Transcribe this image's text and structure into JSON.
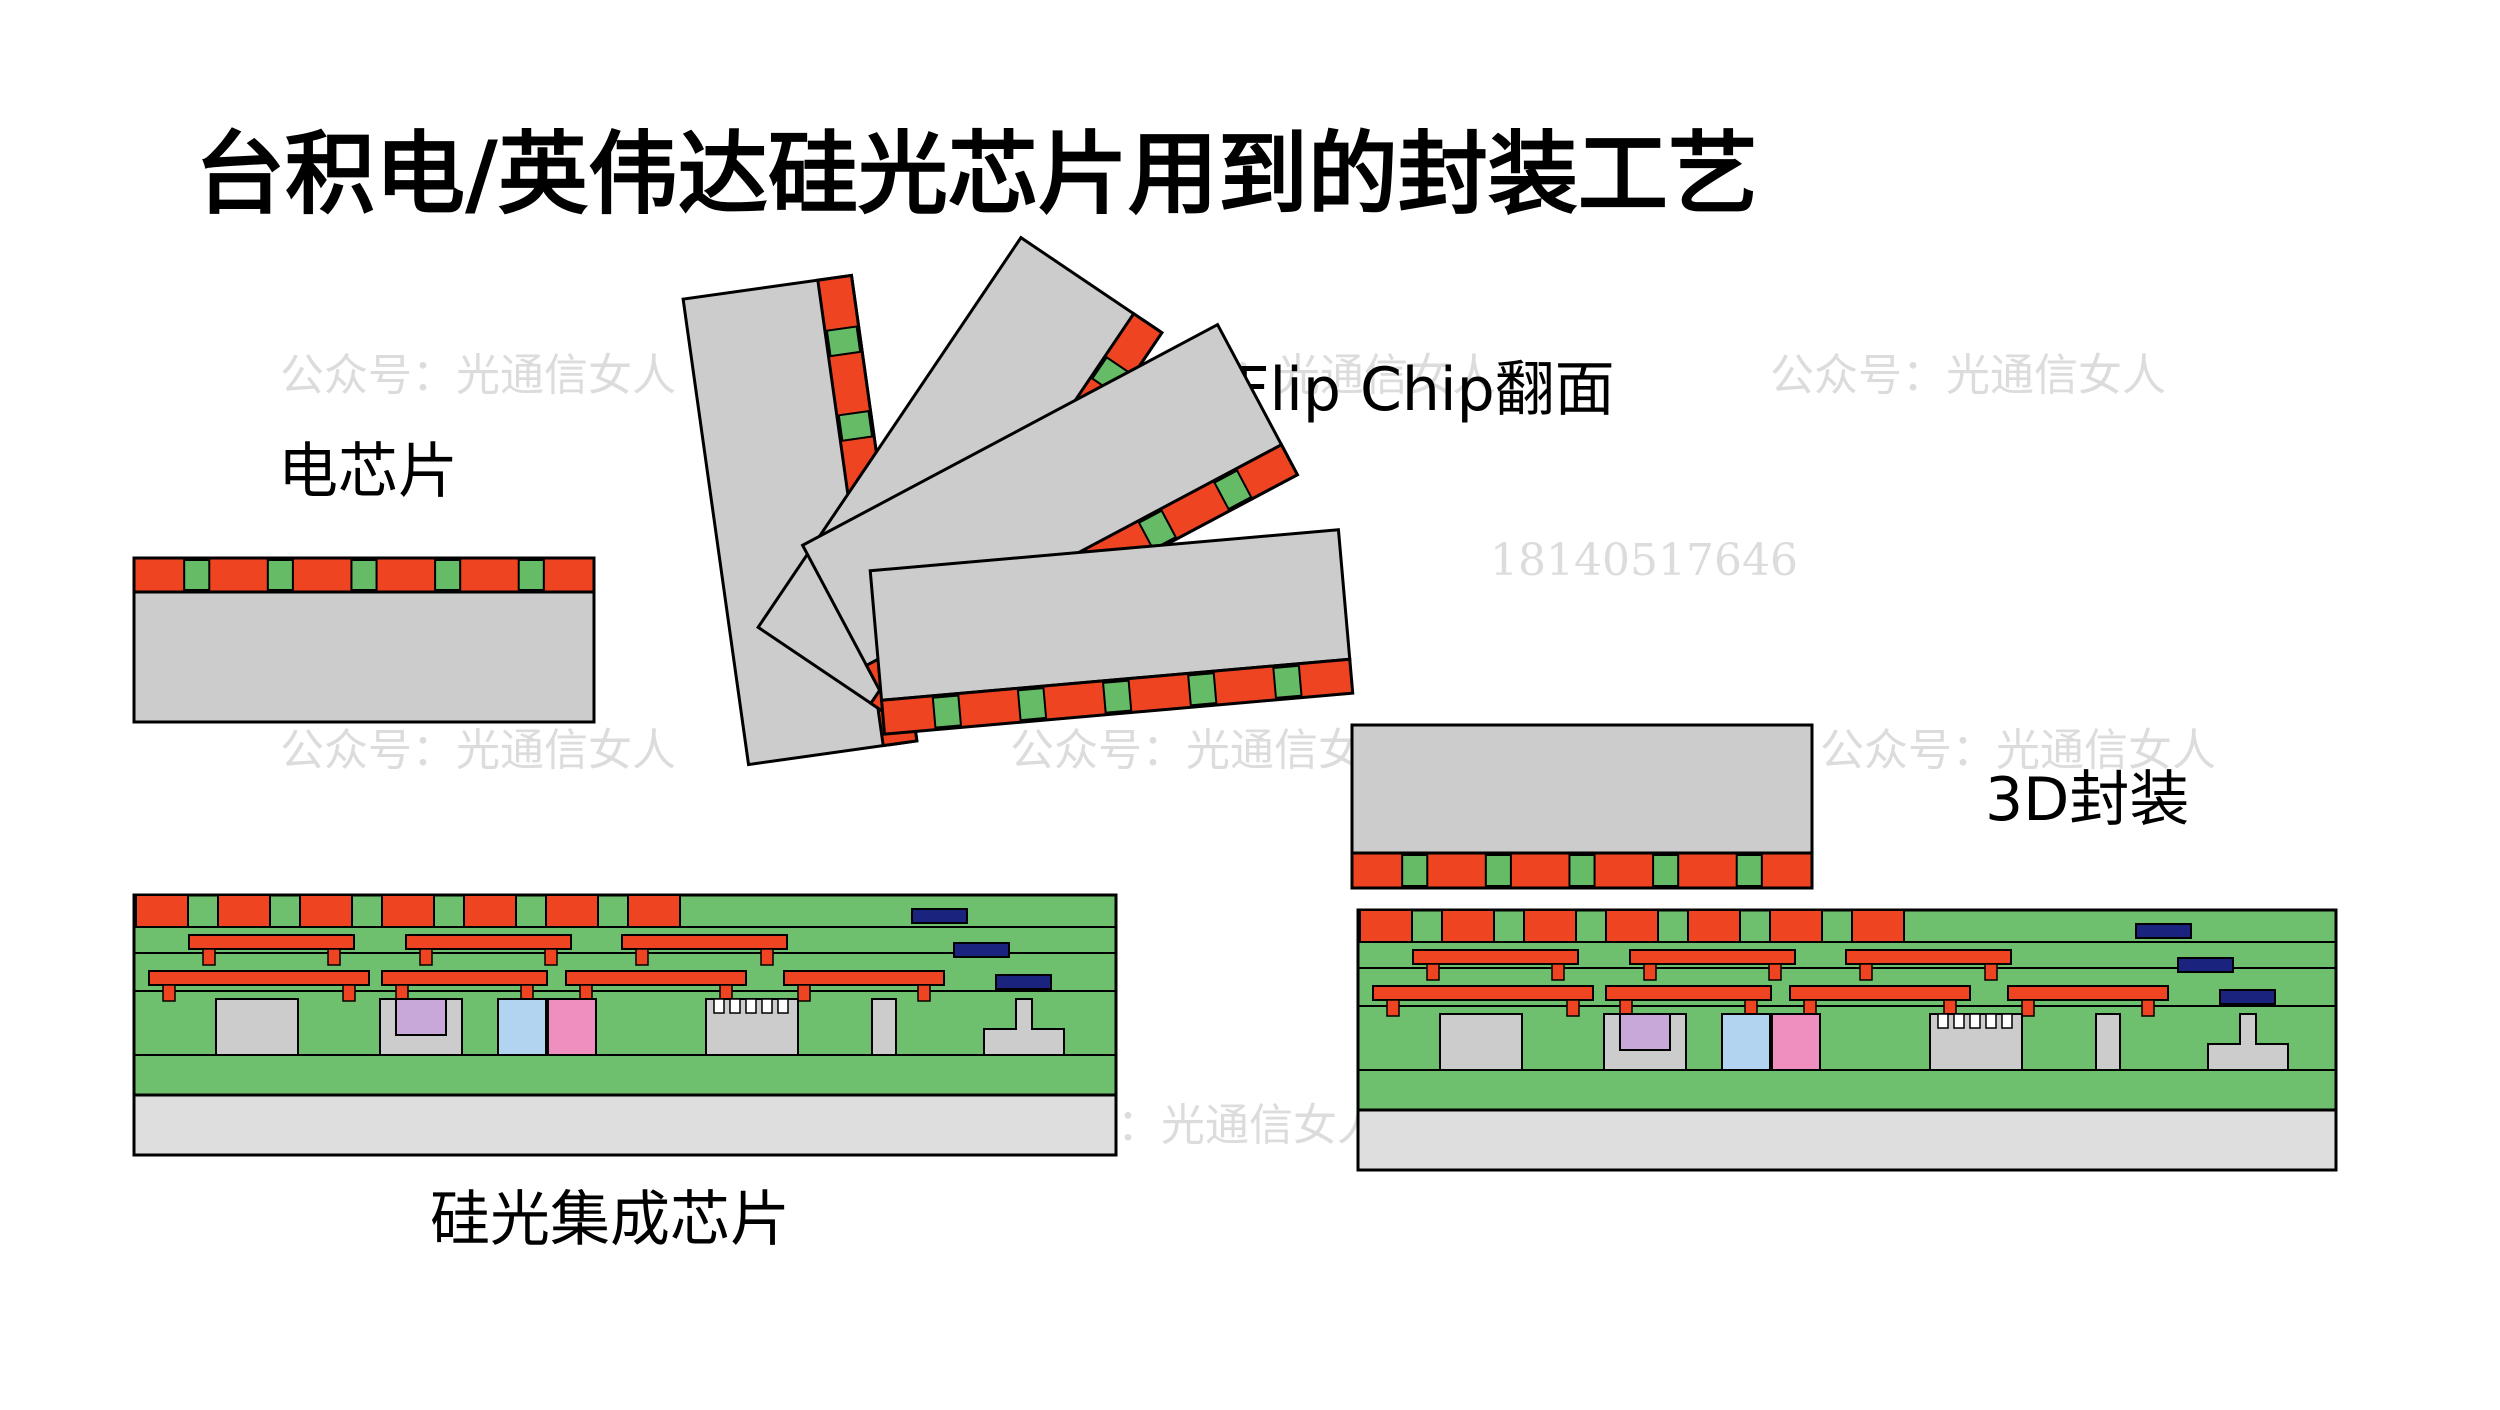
{
  "title": "台积电/英伟达硅光芯片用到的封装工艺",
  "labels": {
    "electronic_chip": "电芯片",
    "flip_chip": "Flip Chip翻面",
    "three_d_package": "3D封装",
    "silicon_photonics_chip": "硅光集成芯片"
  },
  "watermark": {
    "account": "公众号：光通信女人",
    "phone": "18140517646"
  },
  "colors": {
    "chip_gray": "#cccccc",
    "pad_red": "#ee4422",
    "pad_green": "#66bb66",
    "layer_green": "#6ec06e",
    "substrate_gray": "#dedede",
    "metal_blue": "#1a237e",
    "purple": "#c7a8d8",
    "light_blue": "#b3d4f0",
    "pink": "#ee8fc0"
  }
}
